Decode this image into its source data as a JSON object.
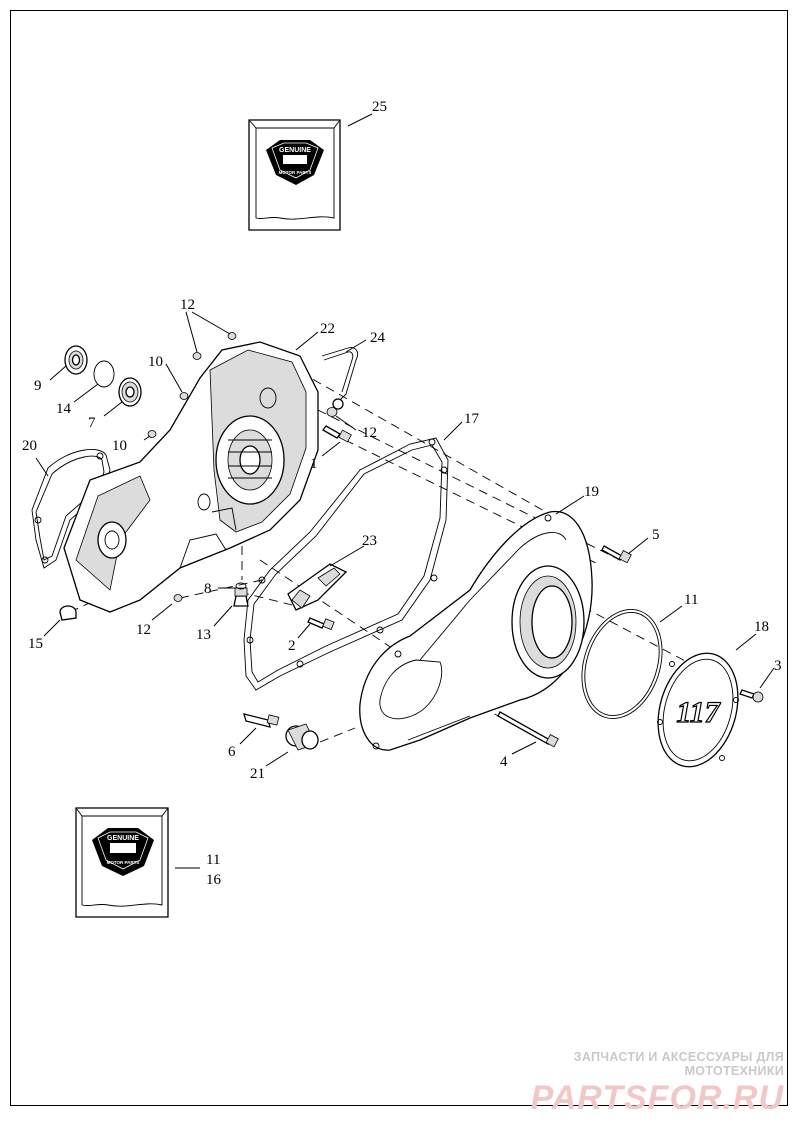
{
  "callouts": [
    {
      "id": "c25",
      "label": "25"
    },
    {
      "id": "c12a",
      "label": "12"
    },
    {
      "id": "c22",
      "label": "22"
    },
    {
      "id": "c24",
      "label": "24"
    },
    {
      "id": "c10a",
      "label": "10"
    },
    {
      "id": "c9",
      "label": "9"
    },
    {
      "id": "c14",
      "label": "14"
    },
    {
      "id": "c7",
      "label": "7"
    },
    {
      "id": "c12b",
      "label": "12"
    },
    {
      "id": "c17",
      "label": "17"
    },
    {
      "id": "c10b",
      "label": "10"
    },
    {
      "id": "c1",
      "label": "1"
    },
    {
      "id": "c20",
      "label": "20"
    },
    {
      "id": "c19",
      "label": "19"
    },
    {
      "id": "c23",
      "label": "23"
    },
    {
      "id": "c5",
      "label": "5"
    },
    {
      "id": "c8",
      "label": "8"
    },
    {
      "id": "c11a",
      "label": "11"
    },
    {
      "id": "c18",
      "label": "18"
    },
    {
      "id": "c12c",
      "label": "12"
    },
    {
      "id": "c13",
      "label": "13"
    },
    {
      "id": "c15",
      "label": "15"
    },
    {
      "id": "c2",
      "label": "2"
    },
    {
      "id": "c3",
      "label": "3"
    },
    {
      "id": "c6",
      "label": "6"
    },
    {
      "id": "c4",
      "label": "4"
    },
    {
      "id": "c21",
      "label": "21"
    },
    {
      "id": "c11b",
      "label": "11"
    },
    {
      "id": "c16",
      "label": "16"
    }
  ],
  "logo": {
    "genuine": "GENUINE",
    "motor_parts": "MOTOR PARTS"
  },
  "derby_cover_mark": "117",
  "watermark": {
    "tagline": "ЗАПЧАСТИ И АКСЕССУАРЫ ДЛЯ МОТОТЕХНИКИ",
    "brand": "PARTSFOR.RU"
  }
}
